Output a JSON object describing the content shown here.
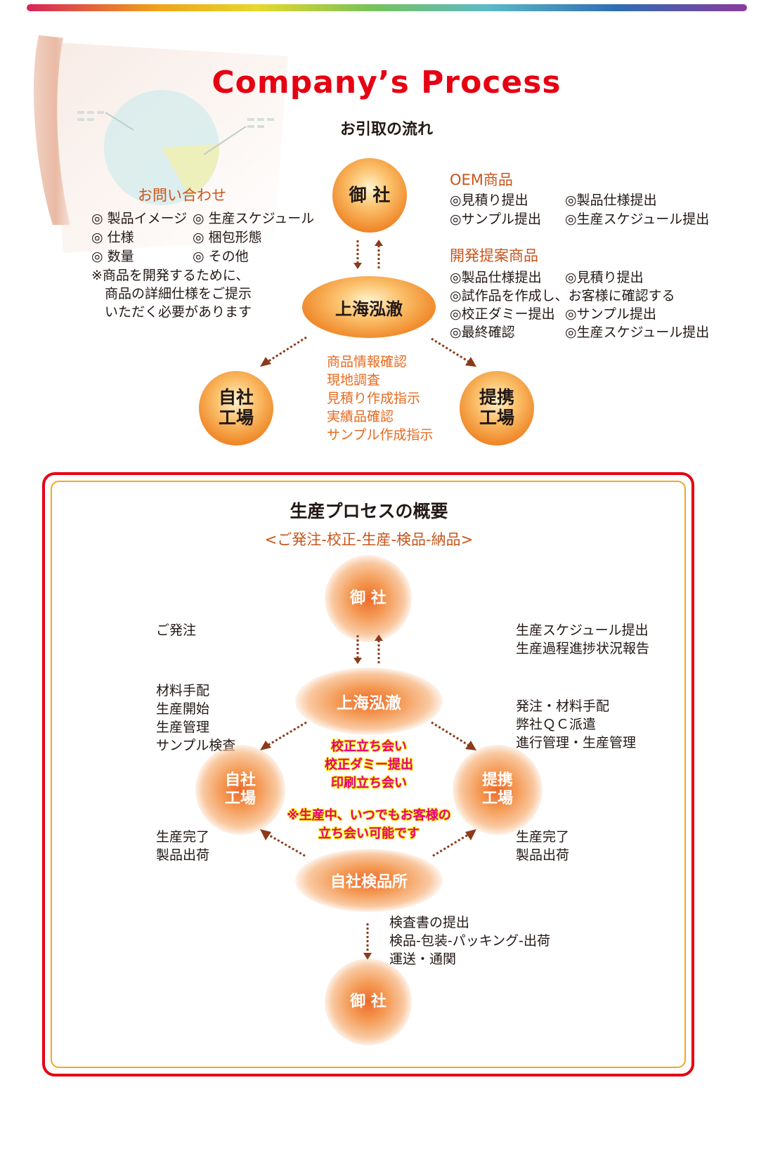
{
  "header": {
    "title": "Company’s  Process",
    "subtitle": "お引取の流れ"
  },
  "top": {
    "inquiry": {
      "heading": "お問い合わせ",
      "items": [
        "◎ 製品イメージ",
        "◎ 生産スケジュール",
        "◎ 仕様",
        "◎ 梱包形態",
        "◎ 数量",
        "◎ その他"
      ],
      "note": [
        "※商品を開発するために、",
        "　商品の詳細仕様をご提示",
        "　いただく必要があります"
      ]
    },
    "nodes": {
      "client": "御 社",
      "shanghai": "上海泓澈",
      "own_factory": [
        "自社",
        "工場"
      ],
      "partner_factory": [
        "提携",
        "工場"
      ]
    },
    "oem": {
      "heading": "OEM商品",
      "items": [
        "◎見積り提出",
        "◎製品仕様提出",
        "◎サンプル提出",
        "◎生産スケジュール提出"
      ]
    },
    "dev": {
      "heading": "開発提案商品",
      "items": [
        "◎製品仕様提出",
        "◎見積り提出",
        "◎試作品を作成し、お客様に確認する",
        "◎校正ダミー提出",
        "◎サンプル提出",
        "◎最終確認",
        "◎生産スケジュール提出"
      ]
    },
    "center_tasks": [
      "商品情報確認",
      "現地調査",
      "見積り作成指示",
      "実績品確認",
      "サンプル作成指示"
    ]
  },
  "bottom": {
    "heading": "生産プロセスの概要",
    "subheading": "<ご発注-校正-生産-検品-納品>",
    "nodes": {
      "client_top": "御 社",
      "shanghai": "上海泓澈",
      "own_factory": [
        "自社",
        "工場"
      ],
      "partner_factory": [
        "提携",
        "工場"
      ],
      "inspection": "自社検品所",
      "client_bottom": "御 社"
    },
    "left_order": "ご発注",
    "right_schedule": [
      "生産スケジュール提出",
      "生産過程進捗状況報告"
    ],
    "left_production": [
      "材料手配",
      "生産開始",
      "生産管理",
      "サンプル検査"
    ],
    "right_production": [
      "発注・材料手配",
      "弊社ＱＣ派遣",
      "進行管理・生産管理"
    ],
    "center_pink": [
      "校正立ち会い",
      "校正ダミー提出",
      "印刷立ち会い"
    ],
    "center_note": [
      "※生産中、いつでもお客様の",
      "立ち会い可能です"
    ],
    "left_done": [
      "生産完了",
      "製品出荷"
    ],
    "right_done": [
      "生産完了",
      "製品出荷"
    ],
    "ship": [
      "検査書の提出",
      "検品-包装-パッキング-出荷",
      "運送・通関"
    ]
  }
}
